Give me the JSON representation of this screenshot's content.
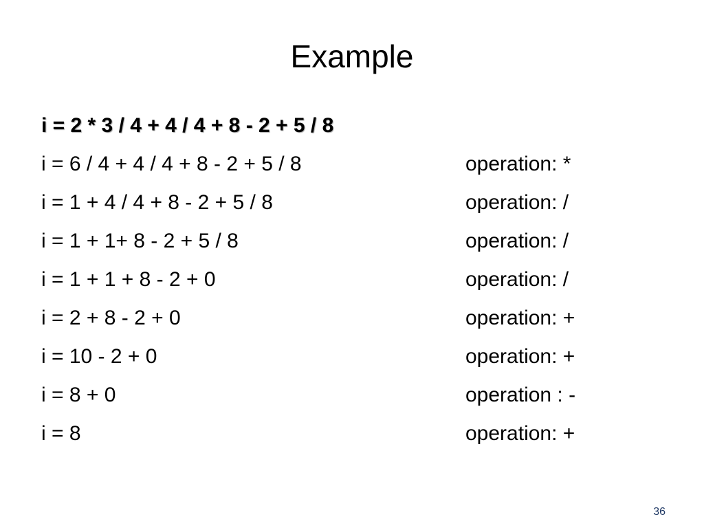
{
  "slide": {
    "title": "Example",
    "page_number": "36",
    "page_number_color": "#1f3864"
  },
  "steps": [
    {
      "expression": "i = 2 * 3 / 4 + 4 / 4 + 8 - 2 + 5 / 8",
      "operation": ""
    },
    {
      "expression": "i = 6 / 4 + 4 / 4 + 8 - 2 + 5 / 8",
      "operation": "operation: *"
    },
    {
      "expression": "i = 1 + 4 / 4 + 8 - 2 + 5 / 8",
      "operation": "operation: /"
    },
    {
      "expression": "i = 1 + 1+ 8 - 2 + 5 / 8",
      "operation": "operation: /"
    },
    {
      "expression": "i = 1 + 1 + 8 - 2 + 0",
      "operation": "operation: /"
    },
    {
      "expression": "i = 2 + 8 - 2 + 0",
      "operation": "operation: +"
    },
    {
      "expression": "i = 10 - 2 + 0",
      "operation": "operation: +"
    },
    {
      "expression": "i = 8 + 0",
      "operation": "operation : -"
    },
    {
      "expression": "i = 8",
      "operation": "operation: +"
    }
  ]
}
